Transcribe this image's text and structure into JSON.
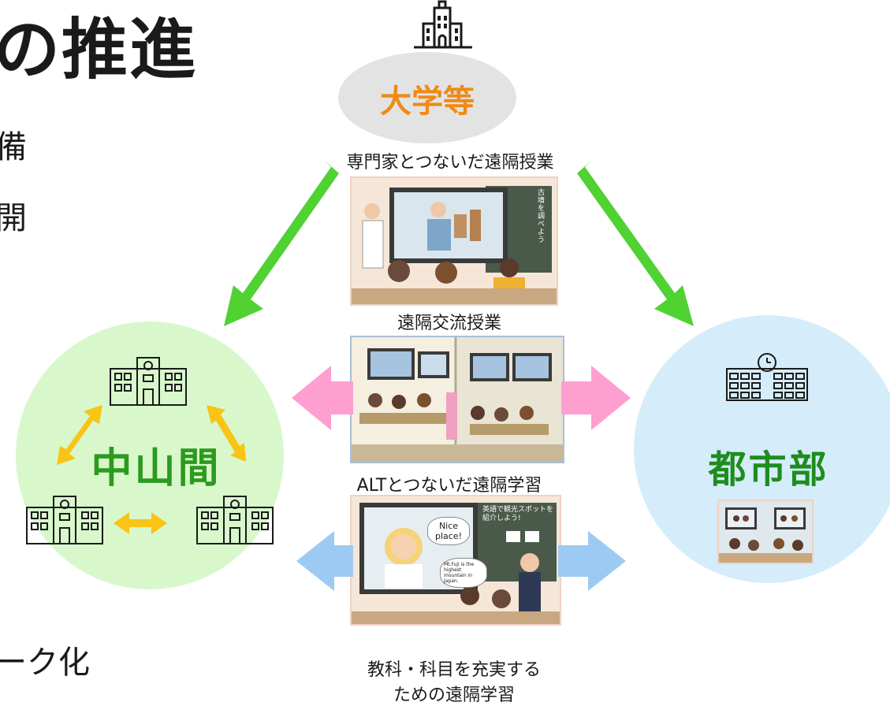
{
  "slide": {
    "title_fragment": "の推進",
    "line1_fragment": "備",
    "line2_fragment": "開",
    "line3_fragment": "ーク化"
  },
  "nodes": {
    "university": {
      "label": "大学等",
      "icon": "university-building-icon"
    },
    "rural": {
      "label": "中山間",
      "icon": "school-building-icon"
    },
    "urban": {
      "label": "都市部",
      "icon": "city-school-building-icon"
    }
  },
  "captions": {
    "expert_class": "専門家とつないだ遠隔授業",
    "exchange_class": "遠隔交流授業",
    "alt_learning": "ALTとつないだ遠隔学習",
    "subject_line1": "教科・科目を充実する",
    "subject_line2": "ための遠隔学習"
  },
  "photo_texts": {
    "blackboard_vertical": "古墳を調べよう",
    "bubble_nice": "Nice place!",
    "bubble_fuji": "Mt.Fuji is the highest mountain in Japan.",
    "board_alt": "英語で観光スポットを紹介しよう!"
  },
  "colors": {
    "arrow_green": "#4fd232",
    "arrow_pink": "#ff9fd0",
    "arrow_blue": "#9ccaf2",
    "arrow_yellow": "#f9c416",
    "university_orange": "#ef8a16",
    "region_green": "#2c9a1e",
    "rural_circle": "#d8f8cc",
    "urban_circle": "#d5ecfb",
    "university_ellipse": "#e3e3e3"
  }
}
